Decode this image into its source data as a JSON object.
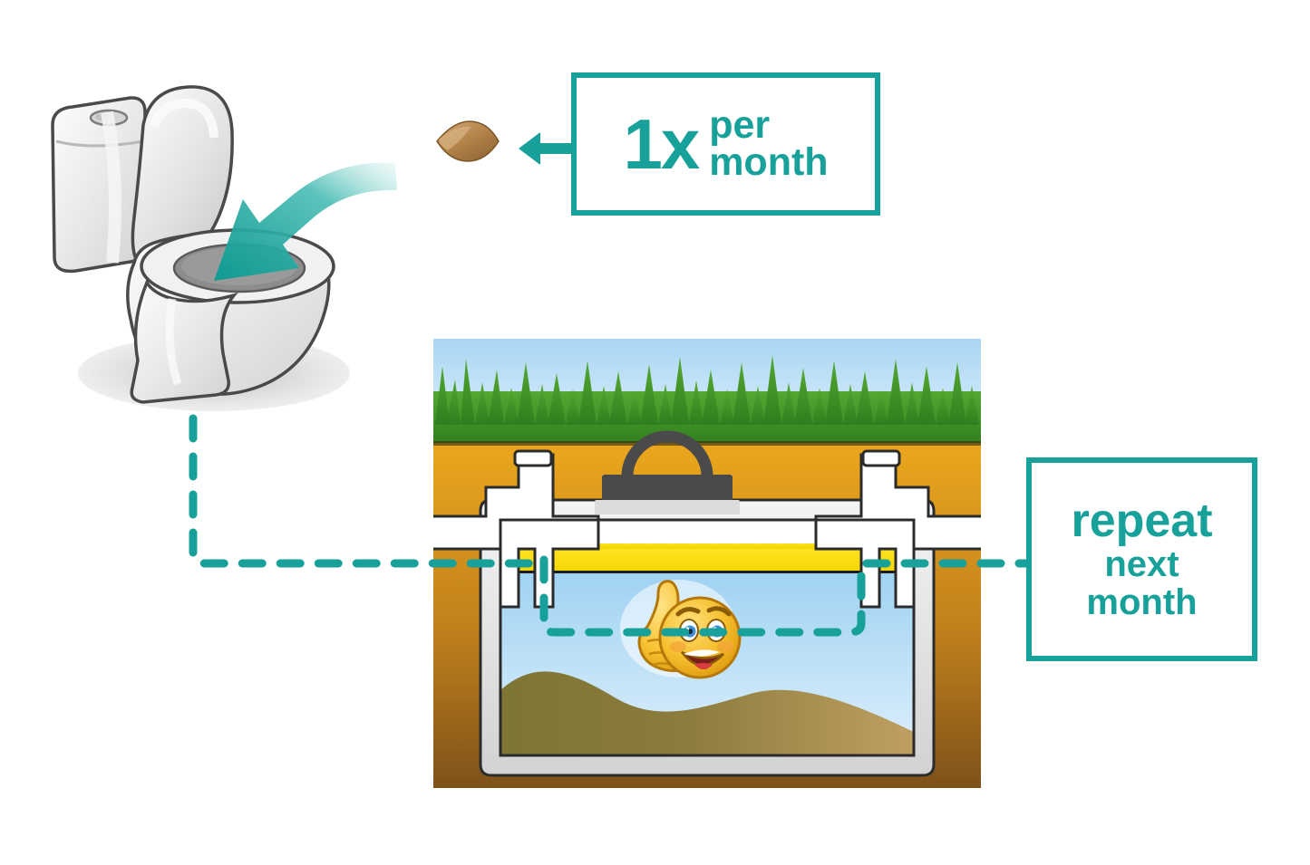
{
  "page": {
    "title": "Septic tank monthly treatment instructions",
    "background": "#ffffff",
    "accent": "#17a19a"
  },
  "callouts": {
    "dose": {
      "name": "1x per month",
      "count": "1x",
      "per": "per",
      "month": "month",
      "border_color": "#17a19a",
      "text_color": "#17a19a"
    },
    "repeat": {
      "name": "repeat next month",
      "line1": "repeat",
      "line2": "next",
      "line3": "month",
      "border_color": "#17a19a",
      "text_color": "#17a19a"
    }
  },
  "icons": {
    "tablet": "tablet-pod-icon",
    "arrow_left": "left-arrow-icon",
    "arrow_into_bowl": "curved-down-arrow-icon",
    "toilet": "toilet-icon",
    "smiley": "thumbs-up-smiley-icon",
    "manhole": "manhole-lid-icon"
  },
  "colors": {
    "teal": "#17a19a",
    "teal_dark": "#0e8f88",
    "tablet_light": "#c89a63",
    "tablet_dark": "#9a6f3c",
    "sky_top": "#aad7f2",
    "sky_bottom": "#dcefff",
    "grass": "#3f9a29",
    "grass_dark": "#2f7a1e",
    "soil_top": "#e8a41e",
    "soil_bottom": "#7a4f19",
    "concrete": "#dcdcdc",
    "concrete_light": "#f2f2f2",
    "scum_yellow": "#ffe020",
    "water_top": "#8ec9ef",
    "water_bottom": "#d6ecfb",
    "sludge_light": "#b79a5a",
    "sludge_dark": "#6e6b33",
    "lid_grey": "#4a4a4a",
    "porcelain": "#e4e4e4",
    "porcelain_light": "#fafafa",
    "outline": "#3b3b3b",
    "bowl_dark": "#8a8a8a"
  },
  "scene": {
    "toilet_label": "toilet with lid open",
    "tank_label": "septic tank cross section",
    "layers": [
      {
        "name": "sky",
        "label": "sky"
      },
      {
        "name": "grass",
        "label": "grass"
      },
      {
        "name": "soil",
        "label": "soil"
      },
      {
        "name": "tank-shell",
        "label": "concrete tank"
      },
      {
        "name": "scum",
        "label": "scum layer"
      },
      {
        "name": "water",
        "label": "effluent water"
      },
      {
        "name": "sludge",
        "label": "sludge layer"
      }
    ],
    "flow_label": "treatment flow path"
  }
}
